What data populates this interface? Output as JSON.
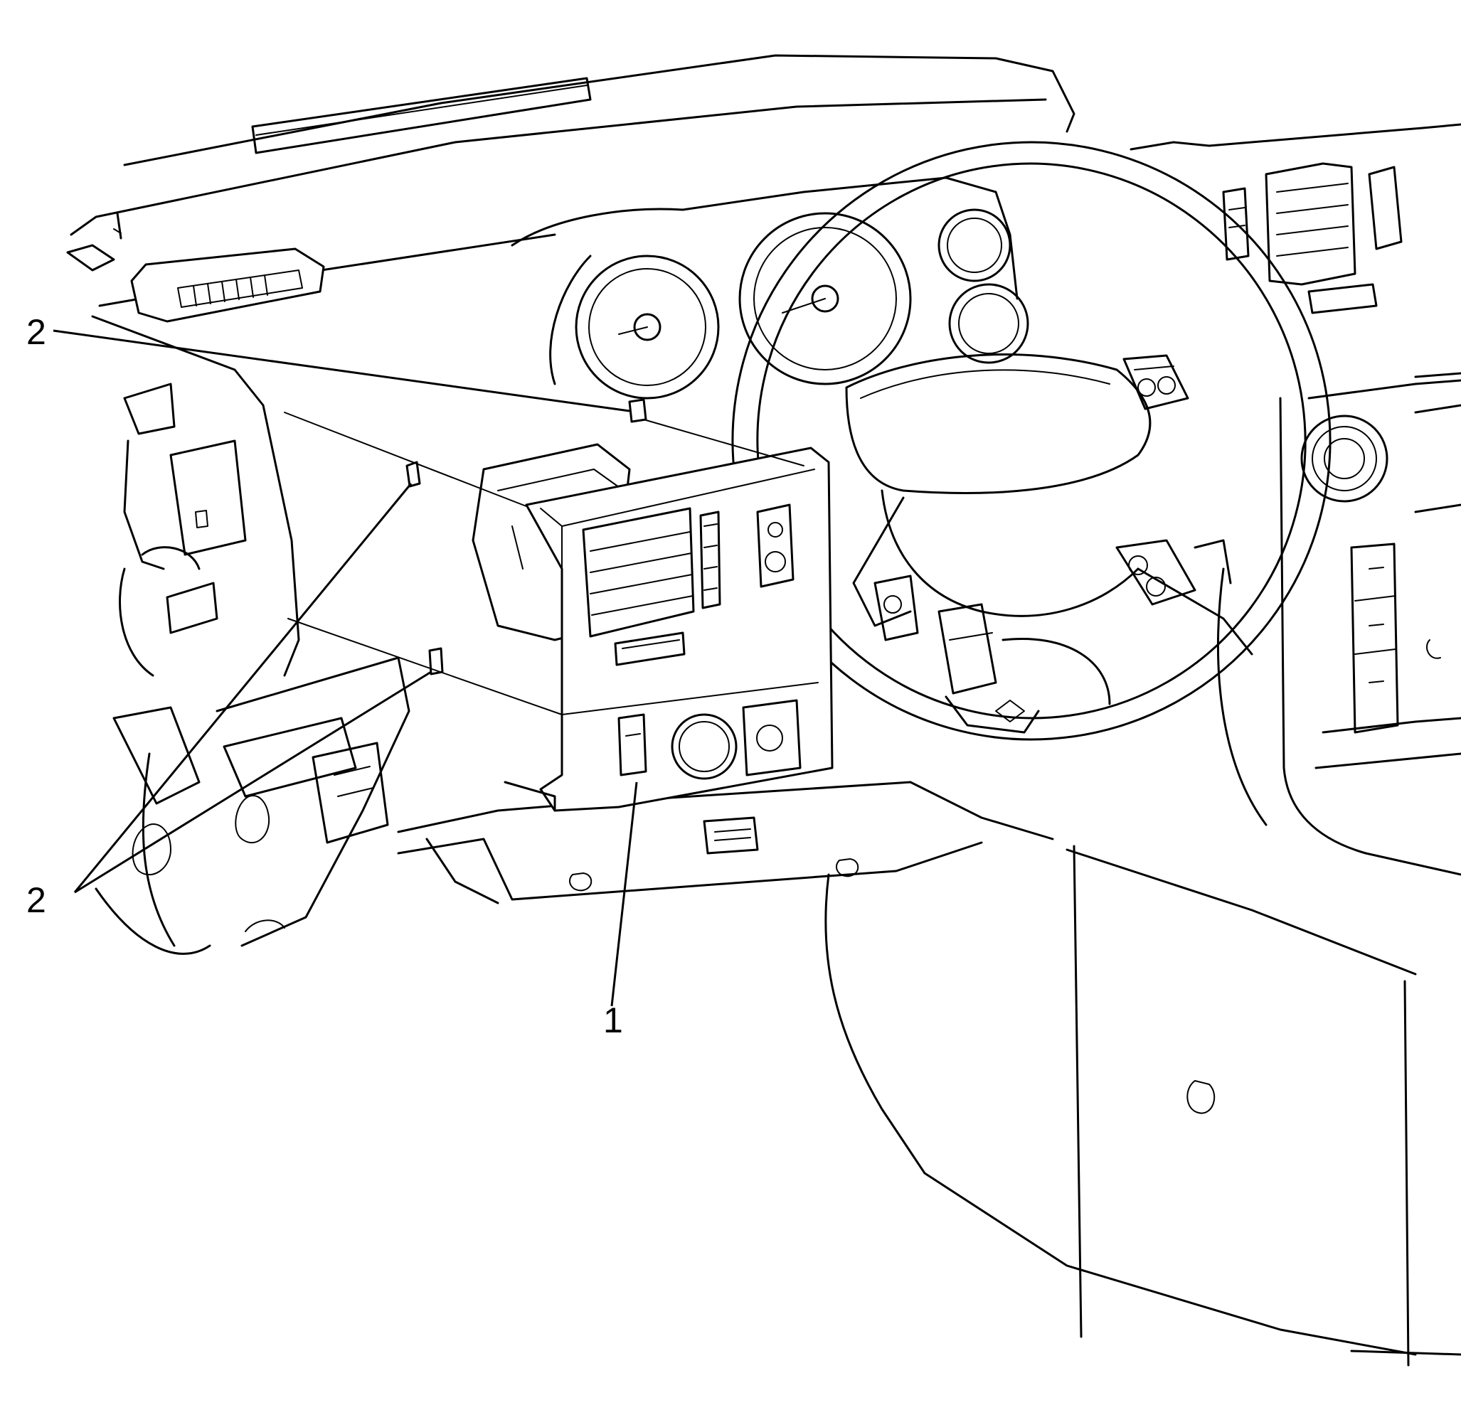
{
  "callouts": [
    {
      "id": "callout-1",
      "label": "1"
    },
    {
      "id": "callout-2-top",
      "label": "2"
    },
    {
      "id": "callout-2-bottom",
      "label": "2"
    }
  ],
  "colors": {
    "line": "#000000",
    "background": "#ffffff"
  }
}
